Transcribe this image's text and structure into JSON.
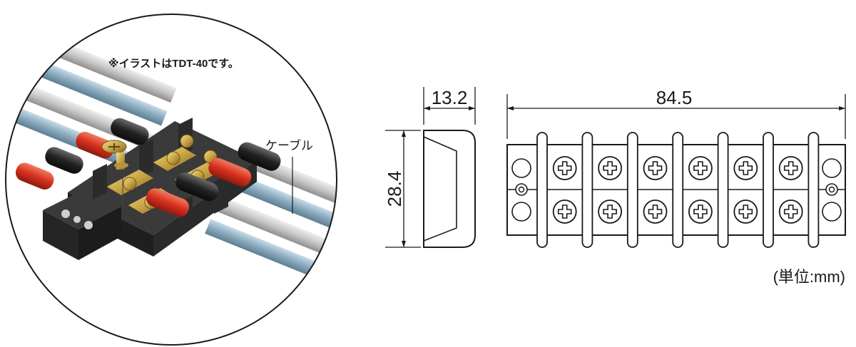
{
  "illustration": {
    "note": "※イラストはTDT-40です。",
    "cable_label": "ケーブル"
  },
  "dimensions": {
    "side_width": "13.2",
    "side_height": "28.4",
    "top_length": "84.5"
  },
  "unit_note": "(単位:mm)",
  "terminal_pairs": 6,
  "colors": {
    "cable_gray": "#c9c9c9",
    "cable_blue": "#8fb0c4",
    "sleeve_red": "#d8321e",
    "sleeve_black": "#1e1e1e",
    "block_dark": "#2e2e2e",
    "brass": "#c9a445",
    "line": "#1a1a1a"
  }
}
